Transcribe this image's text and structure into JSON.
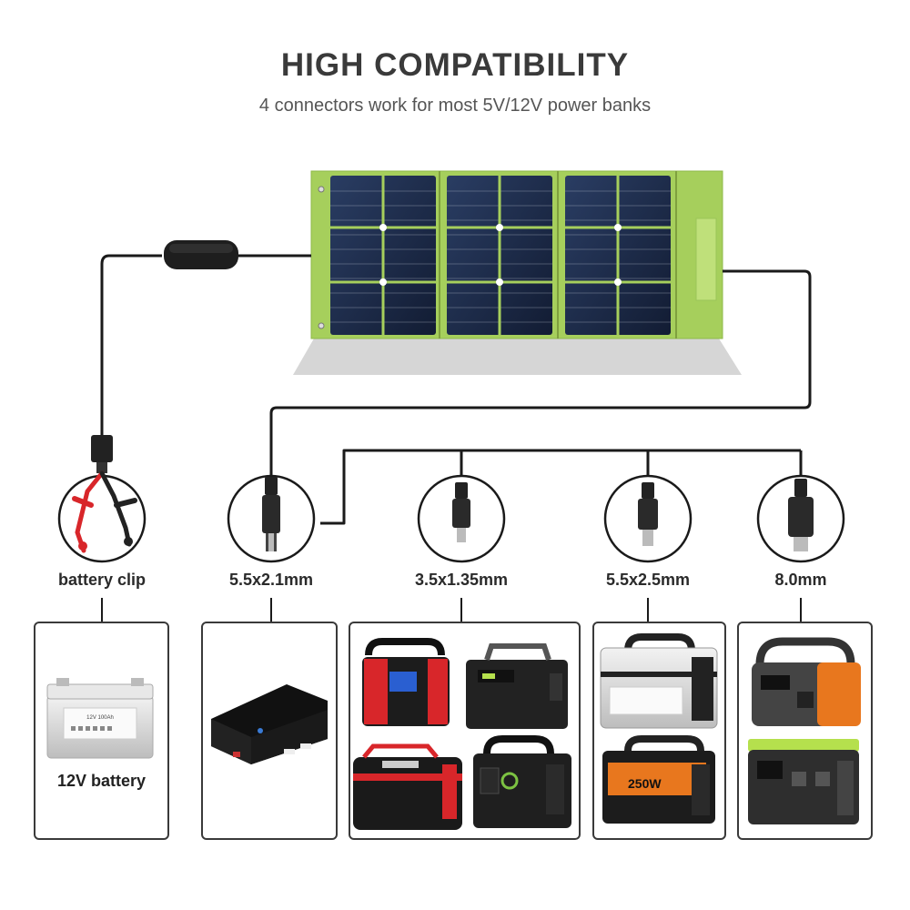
{
  "header": {
    "title": "HIGH COMPATIBILITY",
    "subtitle": "4 connectors work for most 5V/12V power banks"
  },
  "connectors": [
    {
      "label": "battery clip"
    },
    {
      "label": "5.5x2.1mm"
    },
    {
      "label": "3.5x1.35mm"
    },
    {
      "label": "5.5x2.5mm"
    },
    {
      "label": "8.0mm"
    }
  ],
  "devices": {
    "battery_label": "12V battery",
    "battery_print": "12V 100Ah",
    "station_brand": "250W"
  },
  "colors": {
    "panel_green": "#a6cf5c",
    "cell_blue": "#1c2b4a",
    "cable": "#1a1a1a",
    "orange": "#e8771e",
    "red": "#d8262a"
  }
}
